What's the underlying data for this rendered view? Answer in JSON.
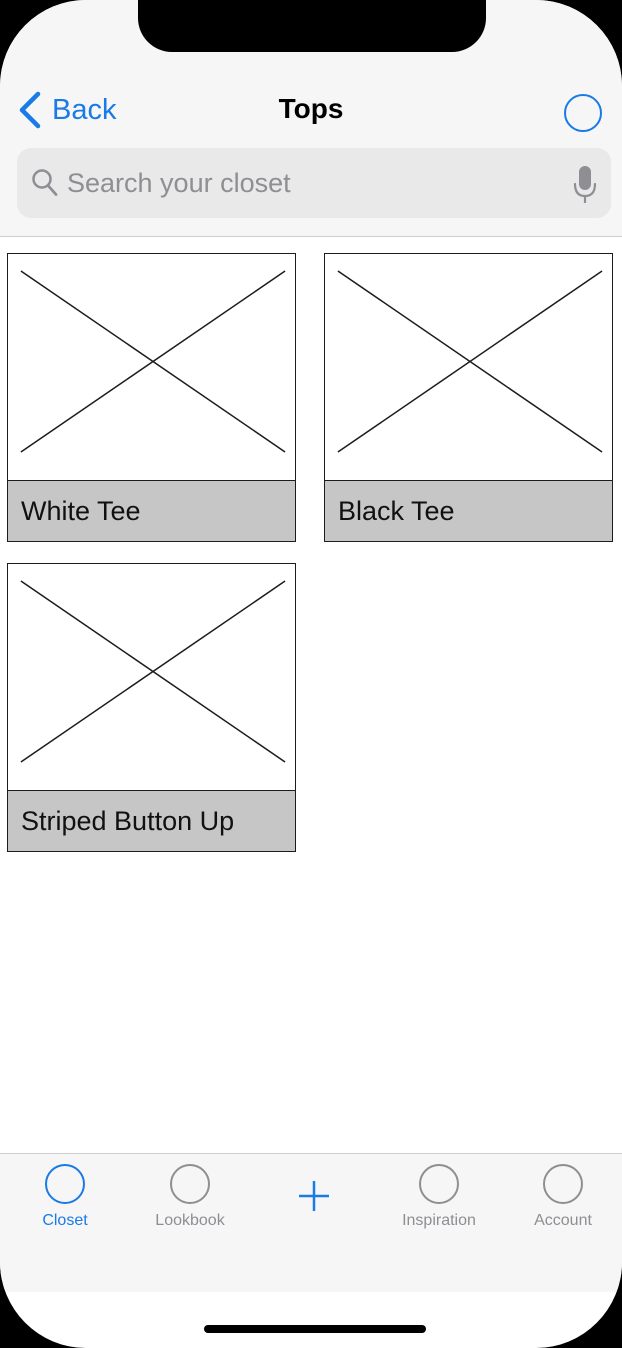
{
  "nav": {
    "back_label": "Back",
    "title": "Tops"
  },
  "search": {
    "placeholder": "Search your closet"
  },
  "items": [
    {
      "label": "White Tee"
    },
    {
      "label": "Black Tee"
    },
    {
      "label": "Striped Button Up"
    }
  ],
  "tabs": [
    {
      "label": "Closet",
      "active": true
    },
    {
      "label": "Lookbook",
      "active": false
    },
    {
      "label": "",
      "icon": "plus-icon",
      "active": false
    },
    {
      "label": "Inspiration",
      "active": false
    },
    {
      "label": "Account",
      "active": false
    }
  ],
  "colors": {
    "accent": "#1a7ae6",
    "inactive": "#8e8e93",
    "caption_bg": "#c6c6c6",
    "bar_bg": "#f6f6f6"
  }
}
